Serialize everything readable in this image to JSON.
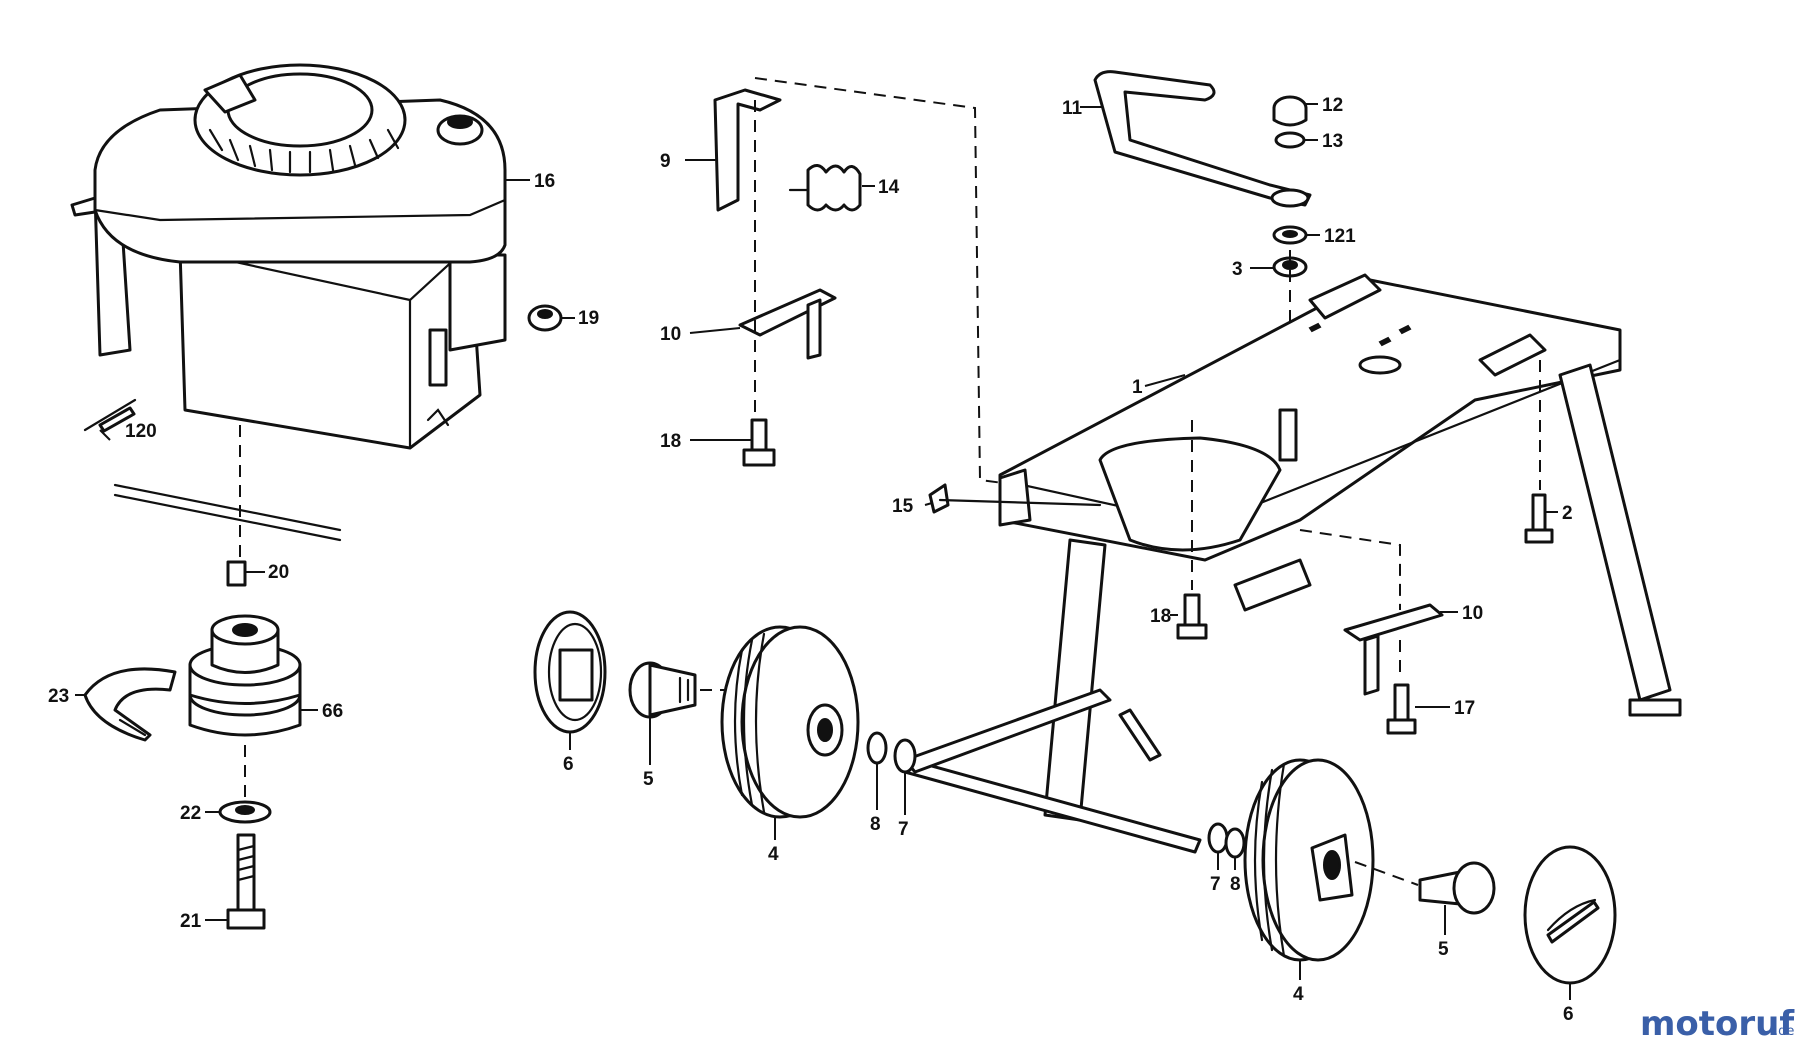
{
  "colors": {
    "ink": "#111111",
    "background": "#ffffff",
    "logo_blue": "#3a5fa8",
    "logo_orange": "#e08020"
  },
  "callouts": {
    "c16": "16",
    "c19": "19",
    "c120": "120",
    "c20": "20",
    "c23": "23",
    "c66": "66",
    "c22": "22",
    "c21": "21",
    "c9": "9",
    "c14": "14",
    "c10_top": "10",
    "c18_top": "18",
    "c11": "11",
    "c12": "12",
    "c13": "13",
    "c121": "121",
    "c3": "3",
    "c1": "1",
    "c15": "15",
    "c2": "2",
    "c18_mid": "18",
    "c10_right": "10",
    "c17": "17",
    "c6_left": "6",
    "c5_left": "5",
    "c4_left": "4",
    "c8_left": "8",
    "c7_left": "7",
    "c7_right": "7",
    "c8_right": "8",
    "c4_right": "4",
    "c5_right": "5",
    "c6_right": "6"
  },
  "logo": {
    "brand": "motoruf",
    "suffix": ".de"
  }
}
